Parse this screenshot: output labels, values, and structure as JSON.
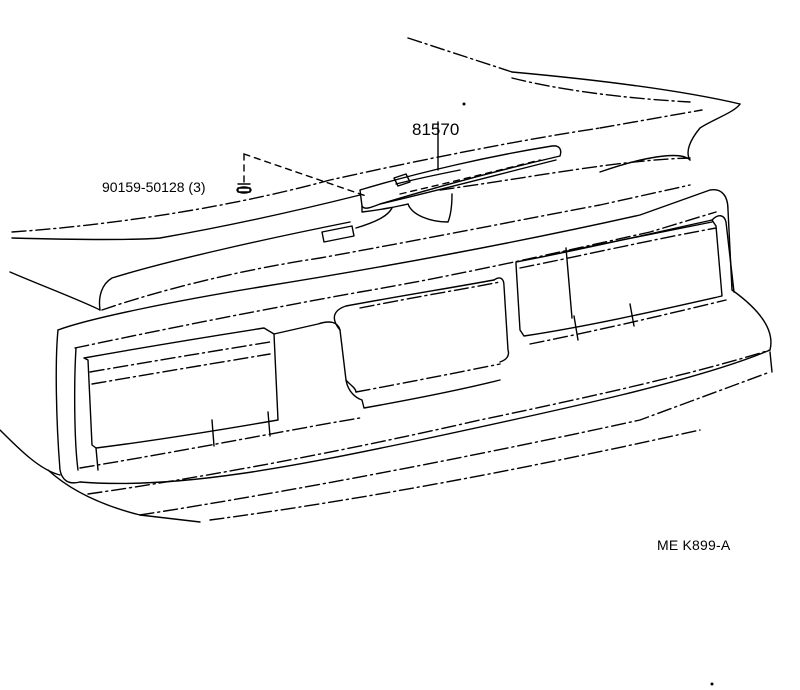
{
  "labels": {
    "main_part": "81570",
    "fastener": "90159-50128 (3)",
    "ref_code": "ME  K899-A"
  },
  "colors": {
    "line": "#000000",
    "background": "#ffffff"
  }
}
